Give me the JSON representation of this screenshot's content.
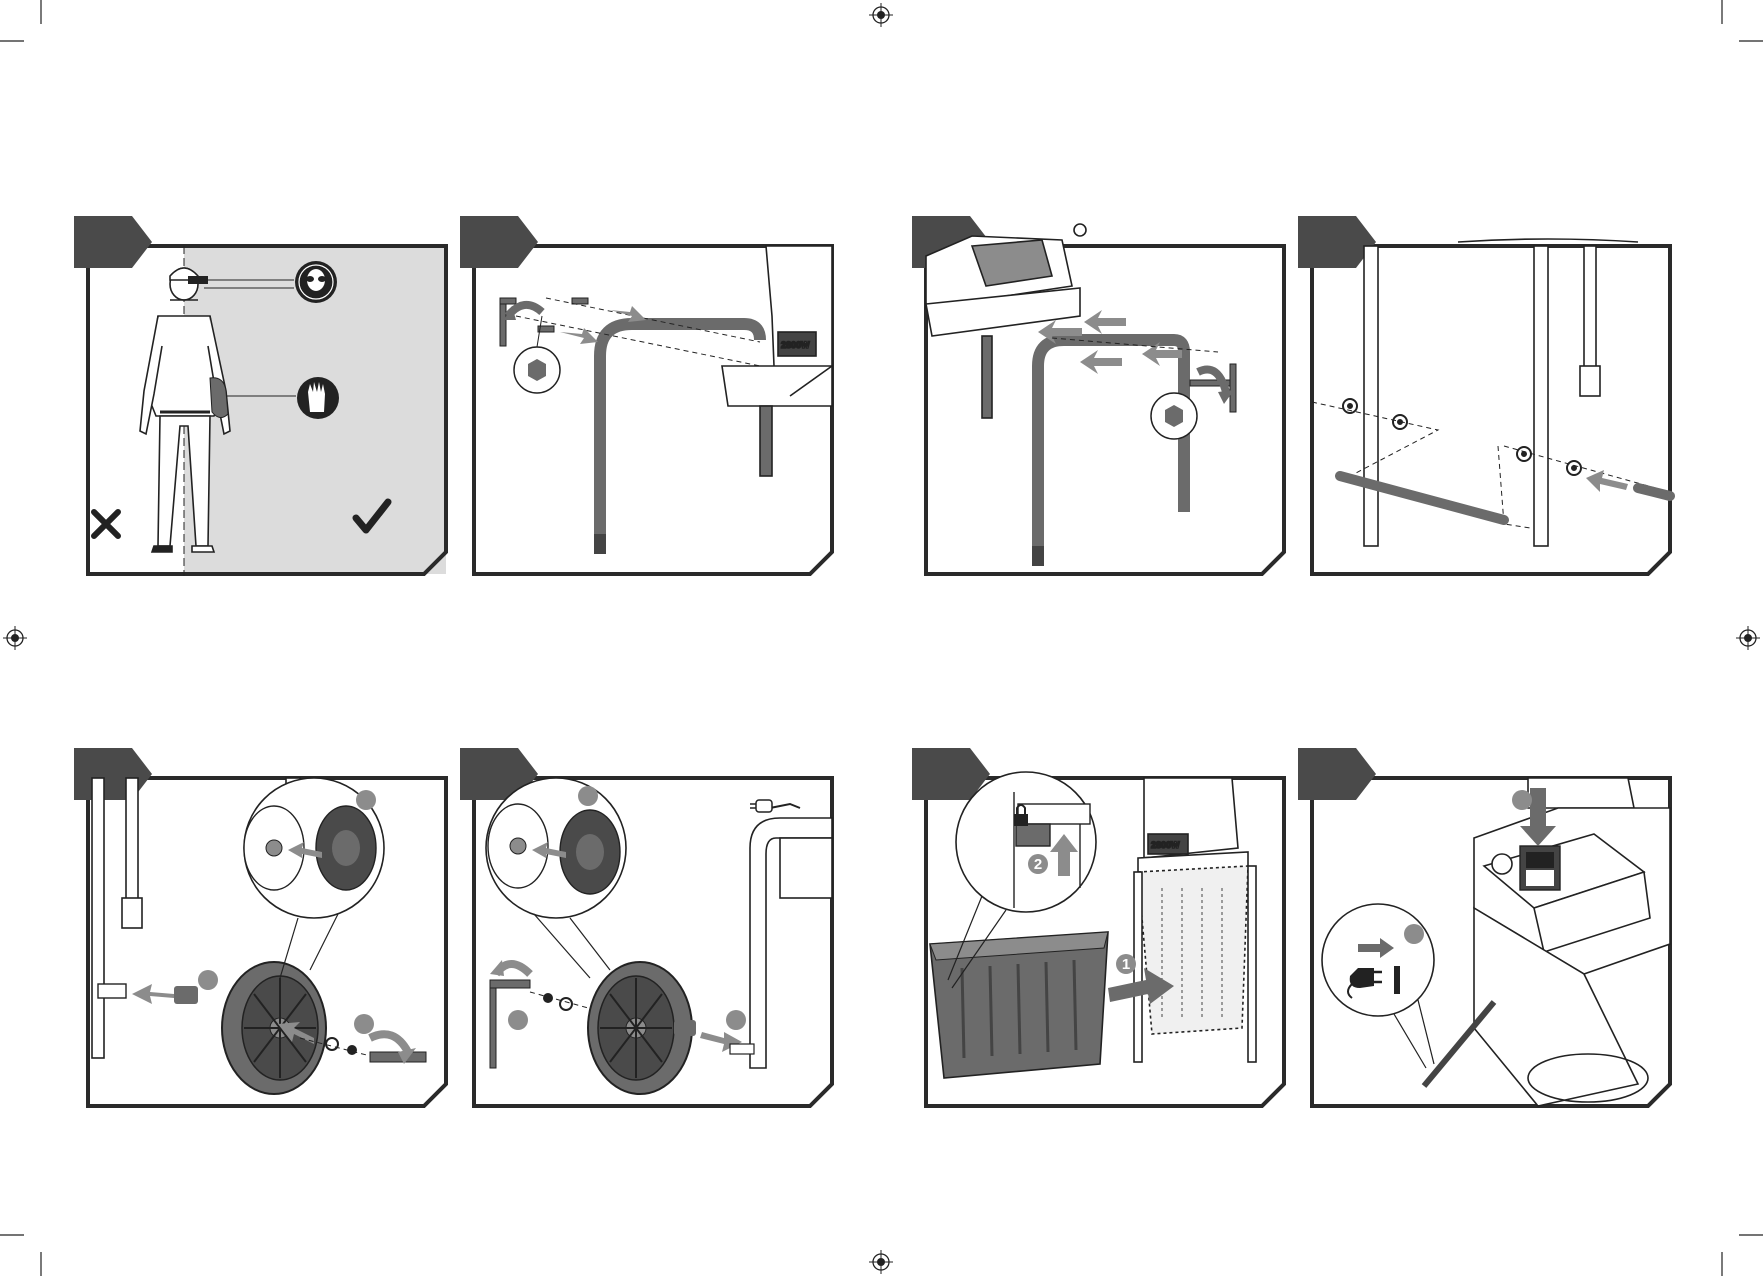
{
  "page": {
    "colors": {
      "frame": "#2a2a2a",
      "badge": "#4a4a4a",
      "shade": "#dcdcdc",
      "part_grey": "#6b6b6b",
      "arrow_grey": "#8c8c8c",
      "white": "#ffffff"
    }
  },
  "panels": [
    {
      "id": "ppe",
      "icons": [
        "goggles-icon",
        "gloves-icon",
        "wrong-cross-icon",
        "correct-check-icon"
      ]
    },
    {
      "id": "front-leg",
      "icons": [
        "hex-key-icon",
        "rotate-arrow-icon",
        "hex-socket-callout-icon"
      ]
    },
    {
      "id": "rear-leg",
      "icons": [
        "hex-key-icon",
        "rotate-arrow-icon",
        "hex-socket-callout-icon"
      ]
    },
    {
      "id": "axle",
      "icons": [
        "washer-icon",
        "axle-rod-icon"
      ]
    },
    {
      "id": "wheel-left",
      "callouts": [
        "",
        "",
        ""
      ],
      "icons": [
        "wheel-icon",
        "hub-cap-icon",
        "hex-key-icon"
      ]
    },
    {
      "id": "wheel-right",
      "callouts": [
        "",
        "",
        ""
      ],
      "icons": [
        "wheel-icon",
        "hub-cap-icon",
        "plug-icon"
      ]
    },
    {
      "id": "collection-box",
      "callouts": [
        "1",
        "2"
      ],
      "icons": [
        "lock-icon",
        "collection-box-icon"
      ]
    },
    {
      "id": "power-on",
      "callouts": [
        "",
        ""
      ],
      "icons": [
        "plug-in-icon",
        "power-switch-icon"
      ]
    }
  ],
  "product_label": "2800W"
}
